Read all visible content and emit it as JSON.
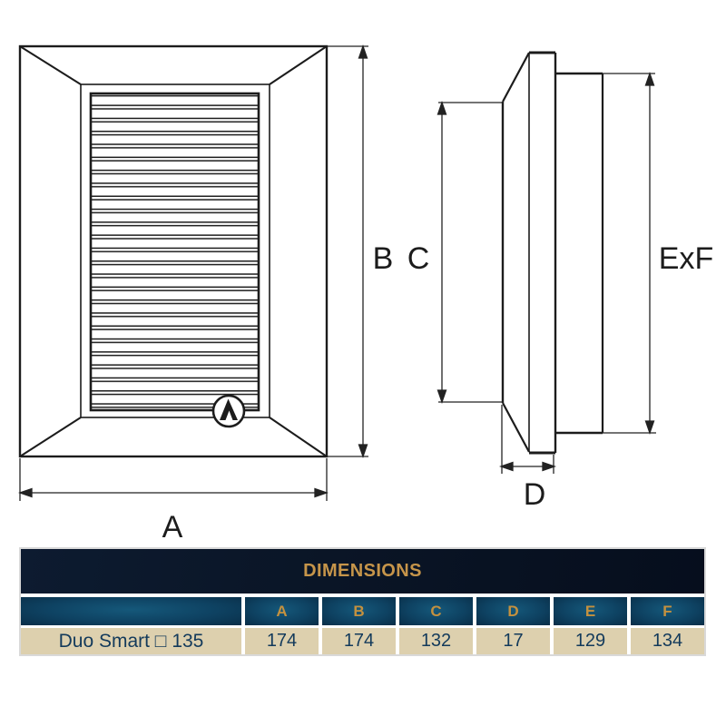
{
  "drawing": {
    "front_view_labels": {
      "width": "A",
      "height": "B"
    },
    "side_view_labels": {
      "cover_height": "C",
      "flange_depth": "D",
      "duct": "ExF"
    },
    "logo": "mountain-m-logo"
  },
  "table": {
    "title": "DIMENSIONS",
    "columns": [
      "A",
      "B",
      "C",
      "D",
      "E",
      "F"
    ],
    "rows": [
      {
        "name": "Duo Smart □ 135",
        "values": [
          "174",
          "174",
          "132",
          "17",
          "129",
          "134"
        ]
      }
    ]
  },
  "colors": {
    "accent_gold": "#c6954a",
    "header_navy": "#0a1526",
    "column_teal": "#0e4262",
    "row_beige": "#ddd0ae",
    "value_navy": "#133a5b",
    "line_black": "#1c1c1c"
  }
}
